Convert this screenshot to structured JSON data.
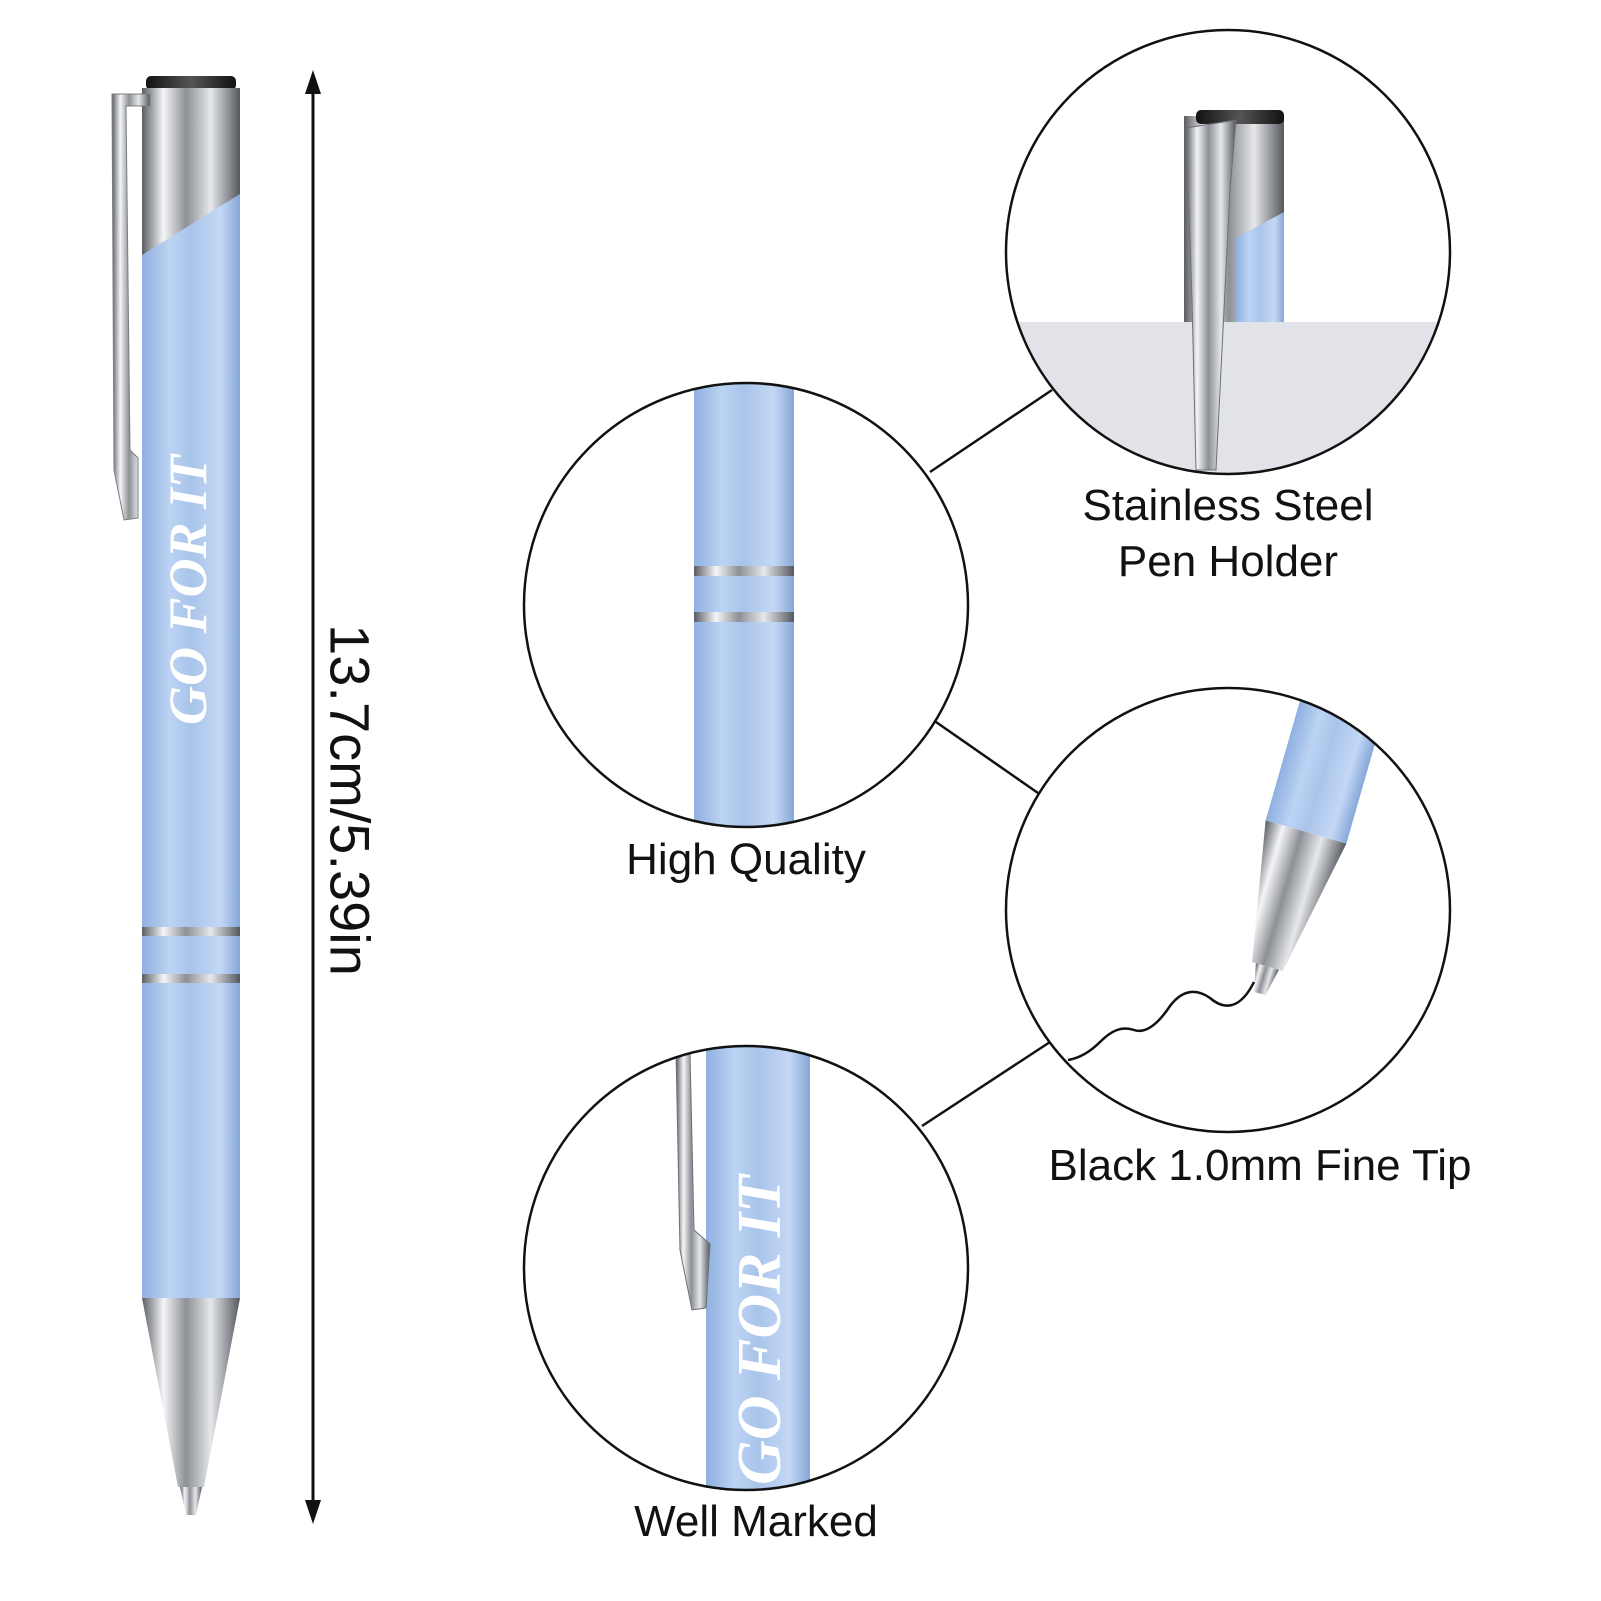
{
  "product": {
    "imprint": "GO FOR IT",
    "length_label": "13.7cm/5.39in",
    "body_color": "#a9c4ea",
    "metal_color": "#c7c9cd",
    "cap_color": "#222222"
  },
  "callouts": [
    {
      "id": "holder",
      "label_line1": "Stainless Steel",
      "label_line2": "Pen Holder"
    },
    {
      "id": "quality",
      "label_line1": "High Quality"
    },
    {
      "id": "tip",
      "label_line1": "Black 1.0mm Fine Tip"
    },
    {
      "id": "marked",
      "label_line1": "Well Marked"
    }
  ]
}
